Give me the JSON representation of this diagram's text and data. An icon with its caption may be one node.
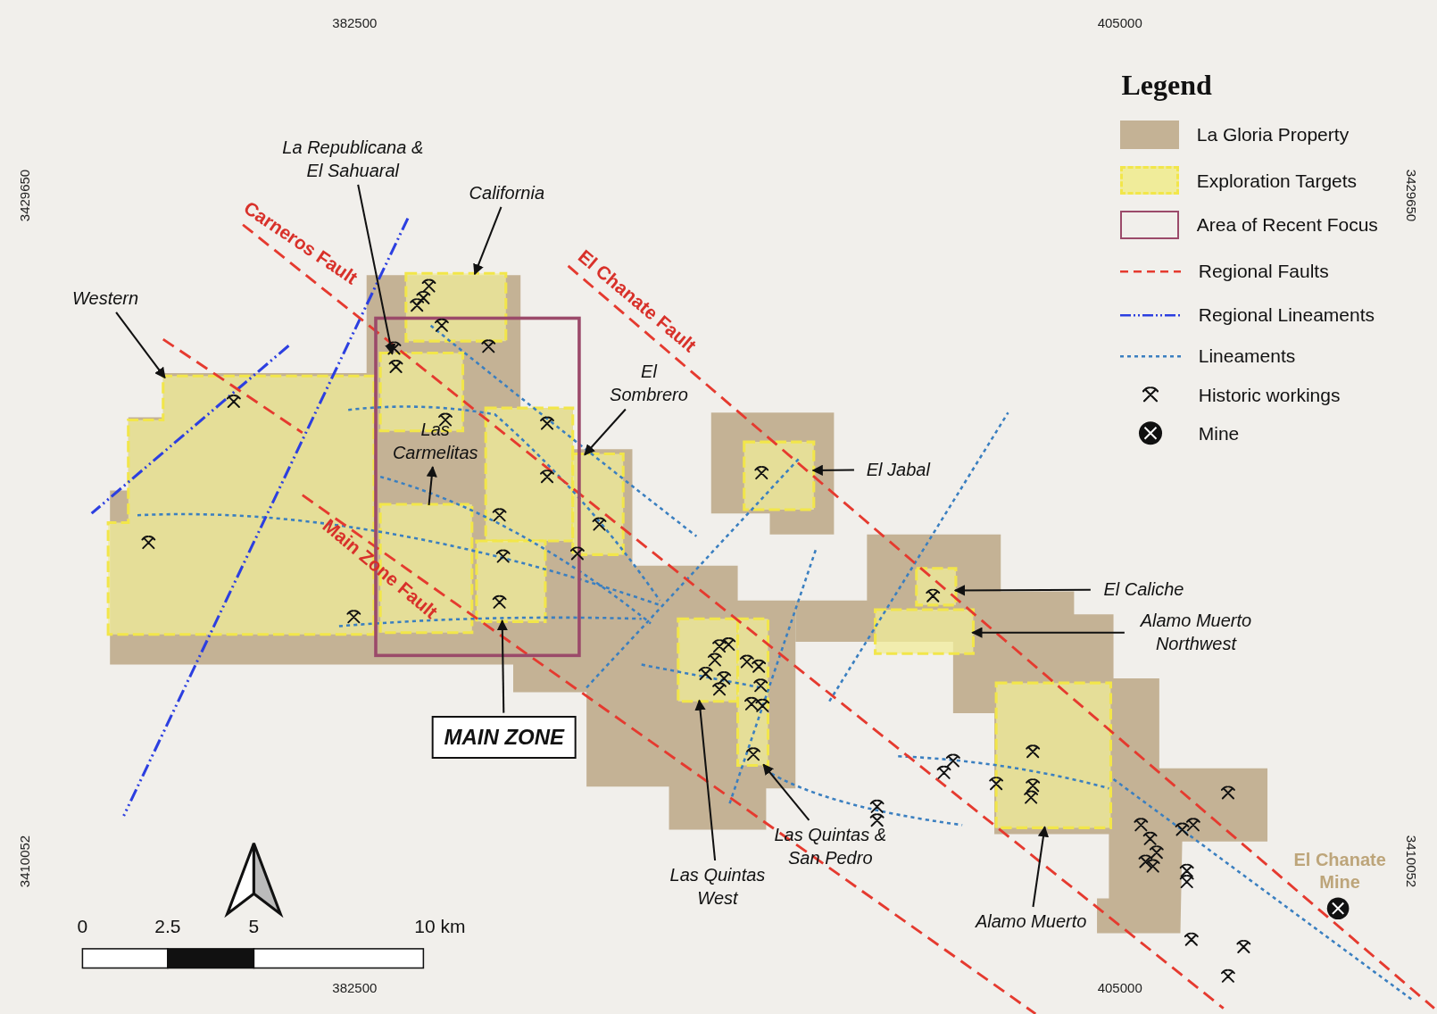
{
  "diagram": {
    "nodes": [
      {
        "text": [
          "Western"
        ]
      },
      {
        "text": [
          "La Republicana & El Sahuaral"
        ]
      },
      {
        "text": [
          "California"
        ]
      },
      {
        "text": [
          "El Sombrero"
        ]
      },
      {
        "text": [
          "Las Carmelitas"
        ]
      },
      {
        "text": [
          "El Jabal"
        ]
      },
      {
        "text": [
          "El Caliche"
        ]
      },
      {
        "text": [
          "Alamo Muerto Northwest"
        ]
      },
      {
        "text": [
          "MAIN ZONE"
        ]
      },
      {
        "text": [
          "Las Quintas West"
        ]
      },
      {
        "text": [
          "Las Quintas & San Pedro"
        ]
      },
      {
        "text": [
          "Alamo Muerto"
        ]
      },
      {
        "text": [],
        "shape": "box"
      },
      {
        "text": [],
        "shape": "box"
      },
      {
        "text": [],
        "shape": "box"
      },
      {
        "text": [],
        "shape": "box"
      },
      {
        "text": [],
        "shape": "box"
      },
      {
        "text": [],
        "shape": "box"
      },
      {
        "text": [],
        "shape": "box"
      },
      {
        "text": [],
        "shape": "box"
      },
      {
        "text": [],
        "shape": "box"
      },
      {
        "text": [],
        "shape": "box"
      },
      {
        "text": [],
        "shape": "box"
      },
      {
        "text": [],
        "shape": "box"
      },
      {
        "text": [],
        "shape": "box"
      }
    ],
    "edges": [
      {
        "from": 0,
        "to": 12,
        "arrow": "to"
      },
      {
        "from": 1,
        "to": 14,
        "arrow": "to"
      },
      {
        "from": 2,
        "to": 13,
        "arrow": "to"
      },
      {
        "from": 3,
        "to": 16,
        "arrow": "to"
      },
      {
        "from": 17,
        "to": 4,
        "arrow": "to"
      },
      {
        "from": 5,
        "to": 21,
        "arrow": "to"
      },
      {
        "from": 6,
        "to": 22,
        "arrow": "to"
      },
      {
        "from": 7,
        "to": 23,
        "arrow": "to"
      },
      {
        "from": 8,
        "to": 18,
        "arrow": "to"
      },
      {
        "from": 9,
        "to": 19,
        "arrow": "to"
      },
      {
        "from": 10,
        "to": 20,
        "arrow": "to"
      },
      {
        "from": 11,
        "to": 24,
        "arrow": "to"
      }
    ],
    "labels": [
      "382500",
      "405000",
      "Legend",
      "3429650",
      "3429650",
      "Carneros Fault",
      "El Chanate Fault",
      "Main Zone Fault",
      "3410052",
      "3410052",
      "El Chanate Mine",
      "0",
      "2.5",
      "5",
      "10 km",
      "382500",
      "405000"
    ],
    "legend": [
      {
        "text": "La Gloria Property",
        "color": "#c4b295"
      },
      {
        "text": "Exploration Targets",
        "color": "#f0ec9a"
      },
      {
        "text": "Area of Recent Focus"
      },
      {
        "text": "Regional Faults"
      },
      {
        "text": "Regional Lineaments"
      },
      {
        "text": "Lineaments"
      },
      {
        "text": "Historic workings"
      },
      {
        "text": "Mine"
      }
    ]
  }
}
